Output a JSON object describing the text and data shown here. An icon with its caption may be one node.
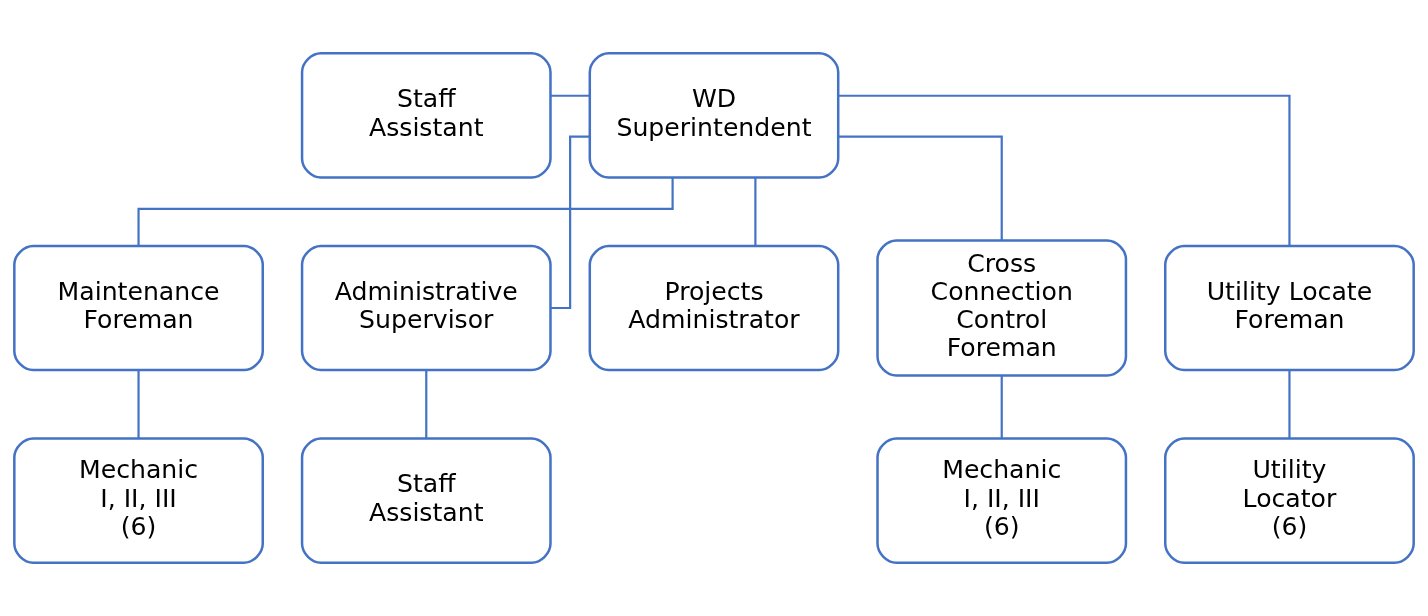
{
  "diagram": {
    "nodes": [
      {
        "text": [
          "Staff Assistant"
        ]
      },
      {
        "text": [
          "WD Superintendent"
        ]
      },
      {
        "text": [
          "Maintenance Foreman"
        ]
      },
      {
        "text": [
          "Administrative Supervisor"
        ]
      },
      {
        "text": [
          "Projects Administrator"
        ]
      },
      {
        "text": [
          "Cross Connection Control Foreman"
        ]
      },
      {
        "text": [
          "Utility Locate Foreman"
        ]
      },
      {
        "text": [
          "Mechanic",
          "I, II, III",
          "(6)"
        ]
      },
      {
        "text": [
          "Staff Assistant"
        ]
      },
      {
        "text": [
          "Mechanic",
          "I, II, III",
          "(6)"
        ]
      },
      {
        "text": [
          "Utility Locator",
          "(6)"
        ]
      }
    ],
    "edges": [
      {
        "from": 0,
        "to": 1,
        "arrow": "none"
      },
      {
        "from": 1,
        "to": 2,
        "arrow": "none"
      },
      {
        "from": 1,
        "to": 3,
        "arrow": "none"
      },
      {
        "from": 1,
        "to": 4,
        "arrow": "none"
      },
      {
        "from": 1,
        "to": 5,
        "arrow": "none"
      },
      {
        "from": 1,
        "to": 6,
        "arrow": "none"
      },
      {
        "from": 2,
        "to": 7,
        "arrow": "none"
      },
      {
        "from": 3,
        "to": 8,
        "arrow": "none"
      },
      {
        "from": 5,
        "to": 9,
        "arrow": "none"
      },
      {
        "from": 6,
        "to": 10,
        "arrow": "none"
      }
    ]
  }
}
